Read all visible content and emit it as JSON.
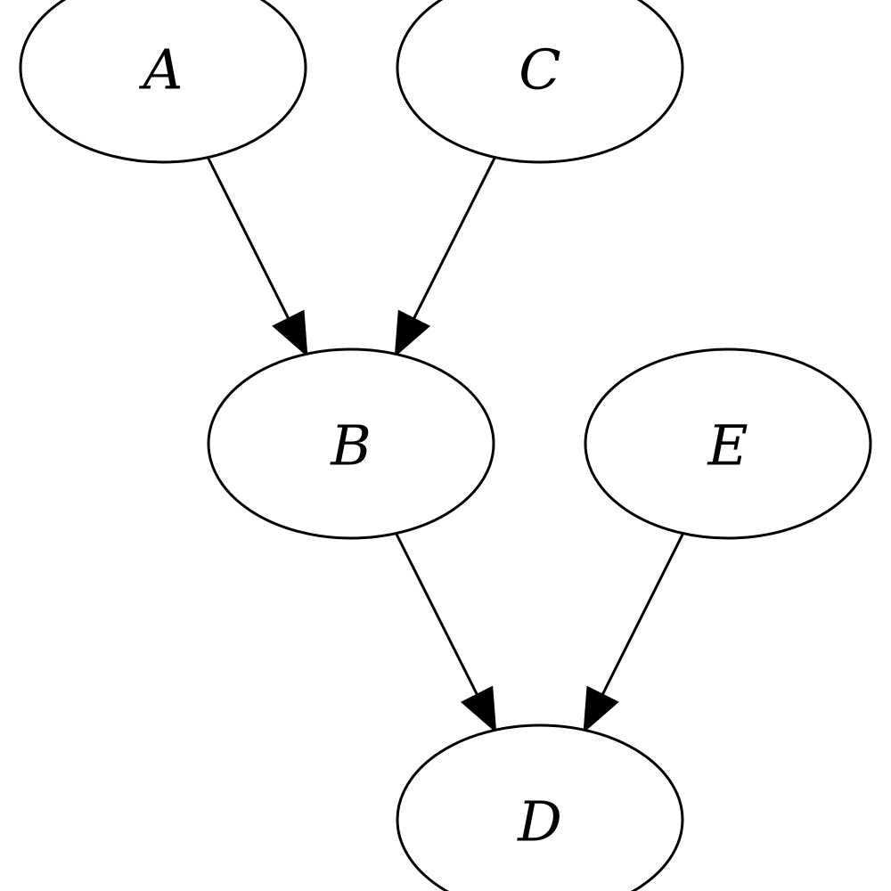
{
  "diagram": {
    "type": "directed-graph",
    "colors": {
      "node_fill": "#ffffff",
      "node_stroke": "#000000",
      "edge": "#000000",
      "text": "#000000"
    },
    "nodes": [
      {
        "id": "A",
        "label": "A"
      },
      {
        "id": "C",
        "label": "C"
      },
      {
        "id": "B",
        "label": "B"
      },
      {
        "id": "E",
        "label": "E"
      },
      {
        "id": "D",
        "label": "D"
      }
    ],
    "edges": [
      {
        "from": "A",
        "to": "B"
      },
      {
        "from": "C",
        "to": "B"
      },
      {
        "from": "B",
        "to": "D"
      },
      {
        "from": "E",
        "to": "D"
      }
    ]
  }
}
